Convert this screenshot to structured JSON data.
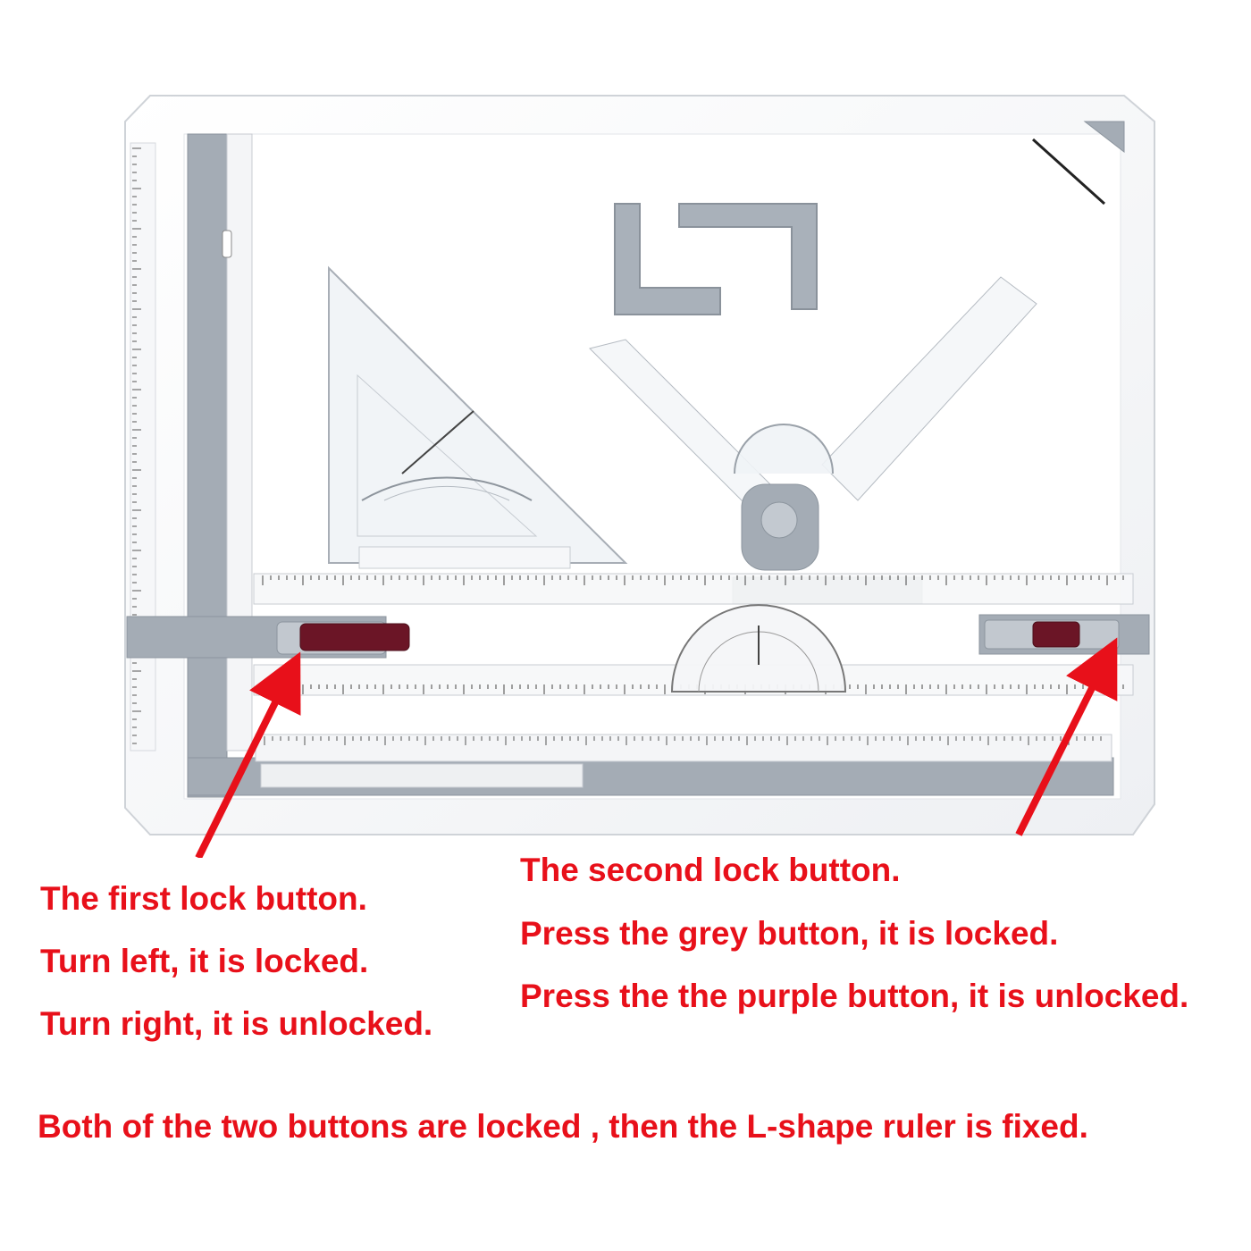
{
  "colors": {
    "annotation_red": "#e8101a",
    "board_white": "#fbfbfc",
    "frame_grey": "#9ea6af",
    "lock_purple": "#6b1526"
  },
  "first_lock": {
    "lines": [
      "The first lock button.",
      "Turn left, it is locked.",
      "Turn right, it is unlocked."
    ]
  },
  "second_lock": {
    "lines": [
      "The second lock button.",
      "Press the grey button, it is locked.",
      "Press the the purple button, it is unlocked."
    ]
  },
  "summary": "Both of the two buttons are locked , then the L-shape ruler is fixed."
}
